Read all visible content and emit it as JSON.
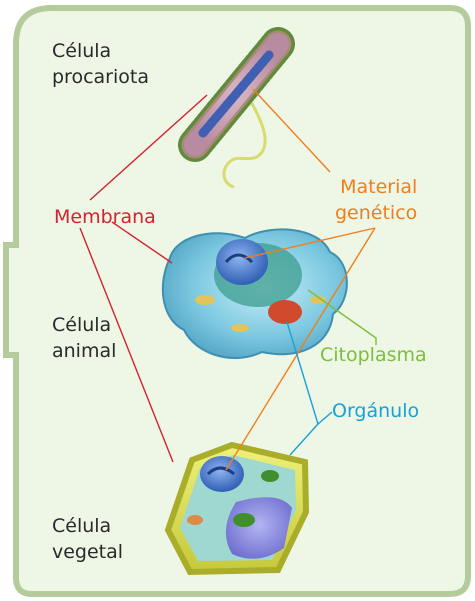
{
  "labels": {
    "prokaryote": "Célula\nprocariota",
    "animal": "Célula\nanimal",
    "plant": "Célula\nvegetal",
    "membrane": "Membrana",
    "genetic": "Material\ngenético",
    "cytoplasm": "Citoplasma",
    "organelle": "Orgánulo"
  },
  "colors": {
    "panel_fill": "#eef6e6",
    "panel_border": "#b4cc9c",
    "membrane": "#d2232e",
    "genetic": "#ef7f1a",
    "cytoplasm": "#7bbf3a",
    "organelle": "#1aa0d8"
  }
}
